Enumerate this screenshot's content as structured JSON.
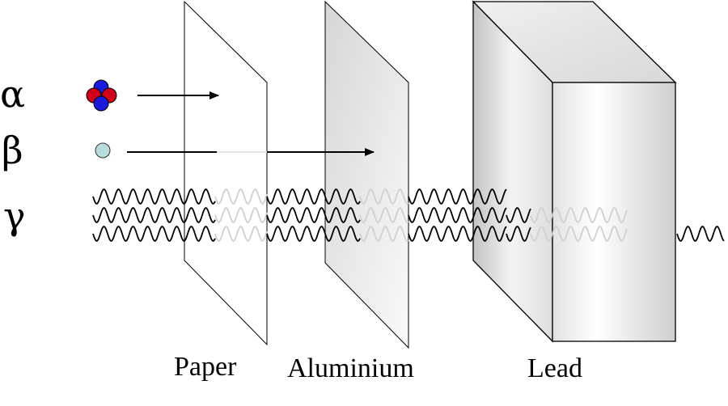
{
  "radiation": [
    {
      "key": "alpha",
      "symbol": "α"
    },
    {
      "key": "beta",
      "symbol": "β"
    },
    {
      "key": "gamma",
      "symbol": "γ"
    }
  ],
  "materials": [
    {
      "key": "paper",
      "label": "Paper"
    },
    {
      "key": "aluminium",
      "label": "Aluminium"
    },
    {
      "key": "lead",
      "label": "Lead"
    }
  ],
  "colors": {
    "proton": "#d0021b",
    "neutron": "#1a1adb",
    "electron": "#b8dcdc",
    "ink": "#000000",
    "faded_ink": "#d0d0d0"
  }
}
